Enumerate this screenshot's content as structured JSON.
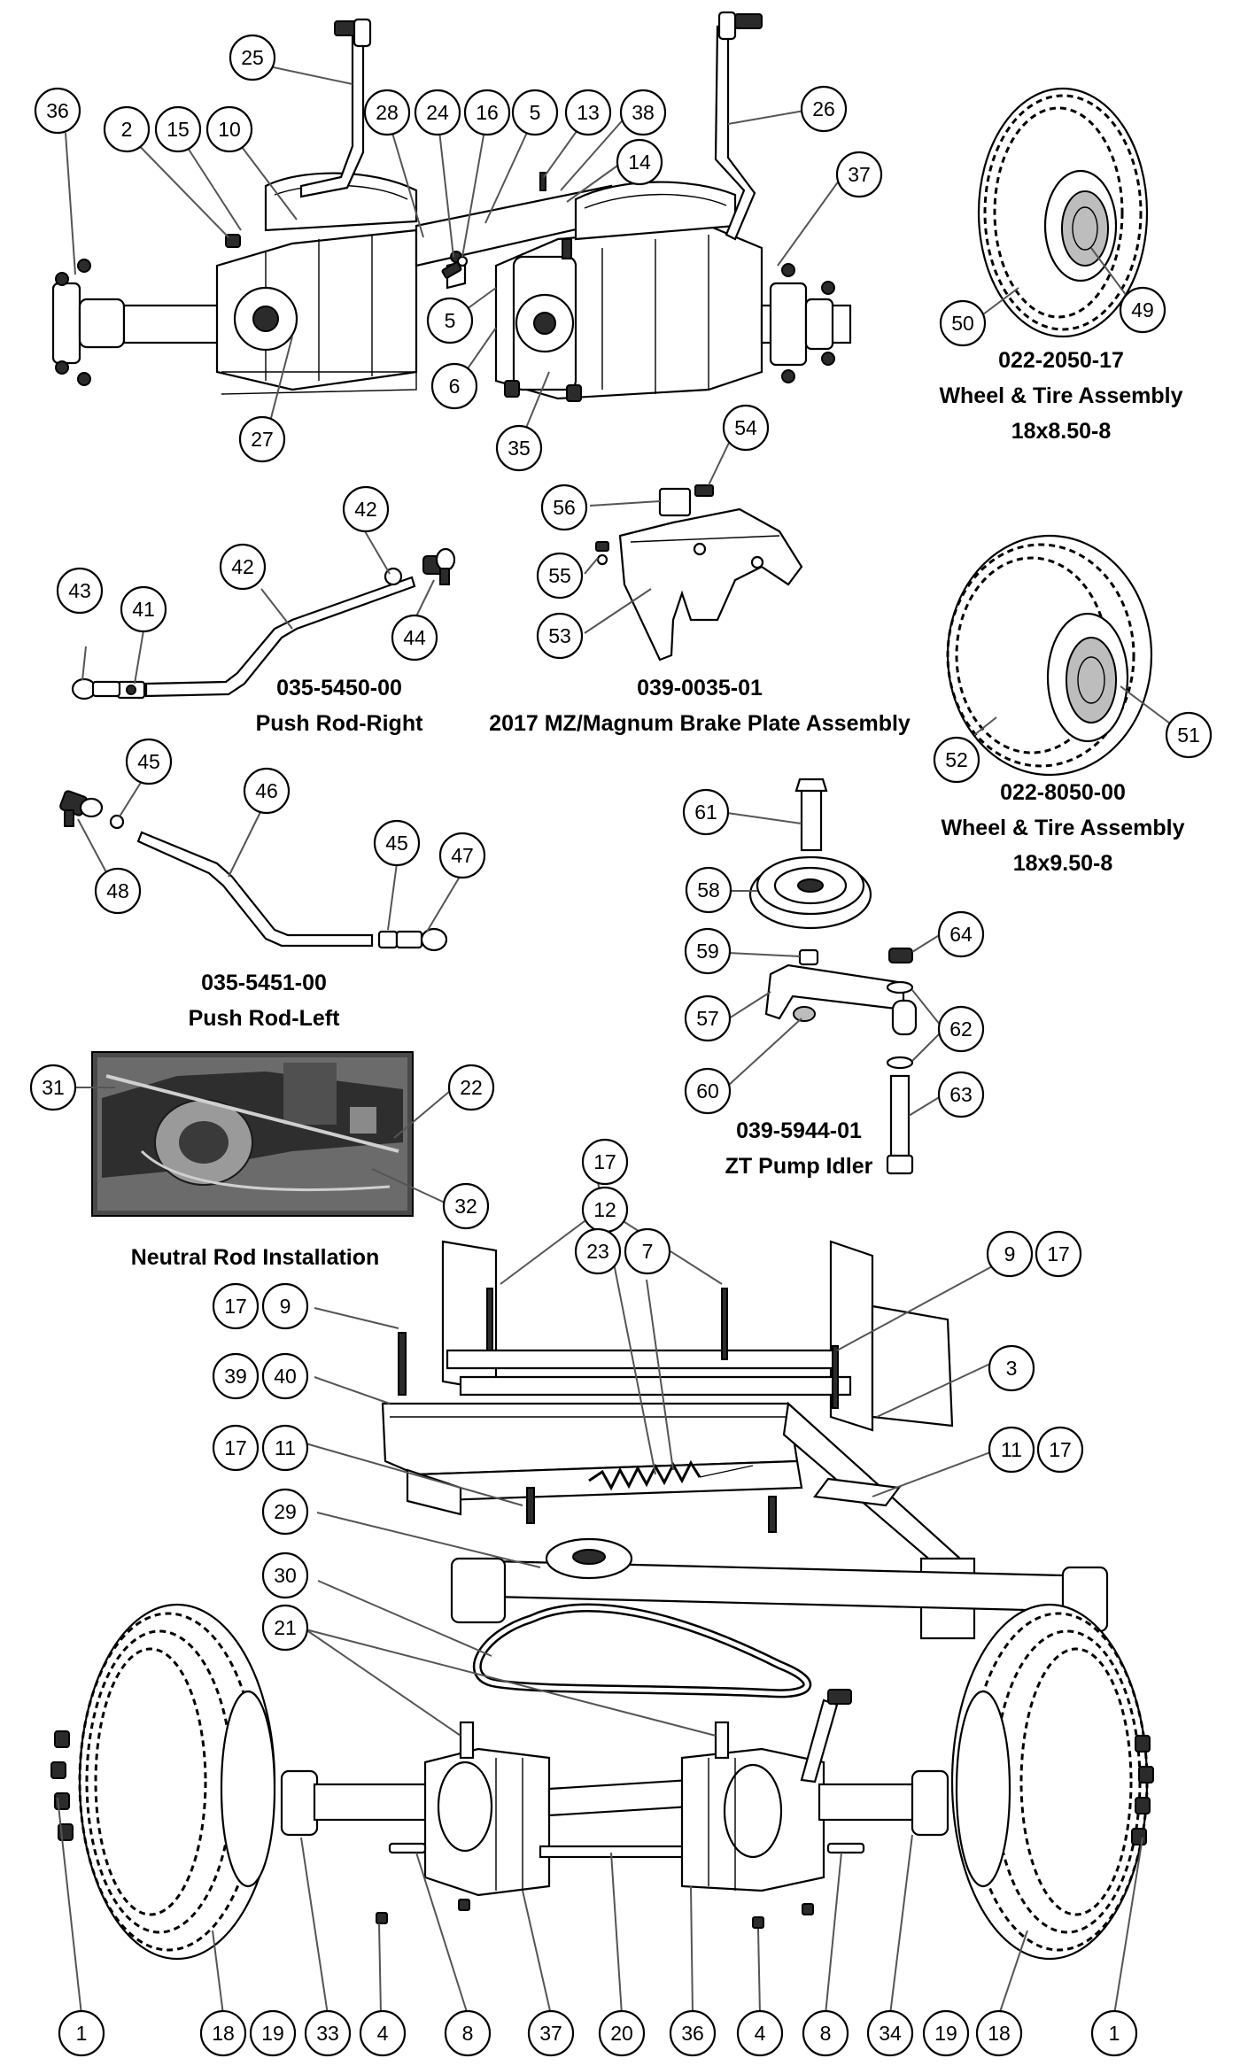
{
  "captions": {
    "wheel_a_part": "022-2050-17",
    "wheel_a_name": "Wheel & Tire Assembly",
    "wheel_a_size": "18x8.50-8",
    "wheel_b_part": "022-8050-00",
    "wheel_b_name": "Wheel & Tire Assembly",
    "wheel_b_size": "18x9.50-8",
    "pushrod_right_part": "035-5450-00",
    "pushrod_right_name": "Push Rod-Right",
    "brake_plate_part": "039-0035-01",
    "brake_plate_name": "2017 MZ/Magnum Brake Plate Assembly",
    "pushrod_left_part": "035-5451-00",
    "pushrod_left_name": "Push Rod-Left",
    "pump_idler_part": "039-5944-01",
    "pump_idler_name": "ZT Pump Idler",
    "neutral_rod": "Neutral Rod Installation"
  },
  "callouts": {
    "c25": "25",
    "c36": "36",
    "c2": "2",
    "c15": "15",
    "c10": "10",
    "c28": "28",
    "c24": "24",
    "c16": "16",
    "c5a": "5",
    "c13": "13",
    "c38": "38",
    "c14": "14",
    "c26": "26",
    "c37a": "37",
    "c5b": "5",
    "c6": "6",
    "c35": "35",
    "c27": "27",
    "c50": "50",
    "c49": "49",
    "c42a": "42",
    "c42b": "42",
    "c43": "43",
    "c41": "41",
    "c44": "44",
    "c54": "54",
    "c56": "56",
    "c55": "55",
    "c53": "53",
    "c52": "52",
    "c51": "51",
    "c45a": "45",
    "c46": "46",
    "c48": "48",
    "c45b": "45",
    "c47": "47",
    "c61": "61",
    "c58": "58",
    "c59": "59",
    "c64": "64",
    "c57": "57",
    "c62": "62",
    "c60": "60",
    "c63": "63",
    "c31": "31",
    "c22": "22",
    "c32": "32",
    "c17a": "17",
    "c12": "12",
    "c23": "23",
    "c7": "7",
    "c9a": "9",
    "c17b": "17",
    "c17c": "17",
    "c9b": "9",
    "c39": "39",
    "c40": "40",
    "c3": "3",
    "c17d": "17",
    "c11a": "11",
    "c11b": "11",
    "c17e": "17",
    "c29": "29",
    "c30": "30",
    "c21": "21",
    "c1a": "1",
    "c18a": "18",
    "c19a": "19",
    "c33": "33",
    "c4a": "4",
    "c8a": "8",
    "c37b": "37",
    "c20": "20",
    "c36b": "36",
    "c4b": "4",
    "c8b": "8",
    "c34": "34",
    "c19b": "19",
    "c18b": "18",
    "c1b": "1"
  },
  "icons": {
    "transaxle": "hydrostatic-transaxle-icon",
    "wheel": "wheel-tire-icon",
    "pulley": "idler-pulley-icon",
    "frame": "mower-frame-icon",
    "belt": "drive-belt-icon",
    "spring": "tension-spring-icon"
  },
  "colors": {
    "line": "#000000",
    "leader": "#555555",
    "fill": "#ffffff",
    "dark": "#2b2b2b",
    "grey": "#bdbdbd"
  }
}
